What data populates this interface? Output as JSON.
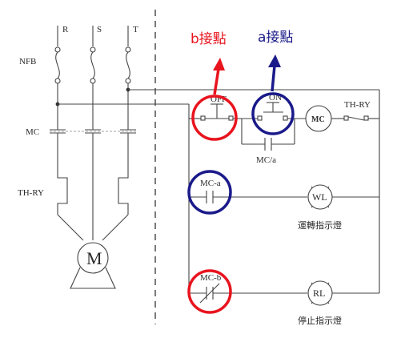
{
  "phases": [
    "R",
    "S",
    "T"
  ],
  "labels": {
    "nfb": "NFB",
    "mc_main": "MC",
    "thry_main": "TH-RY",
    "motor": "M",
    "off": "OFF",
    "on": "ON",
    "mc_coil": "MC",
    "thry_ctrl": "TH-RY",
    "mc_a_hold": "MC/a",
    "mc_a": "MC-a",
    "mc_b": "MC-b",
    "wl": "WL",
    "rl": "RL",
    "wl_caption": "運轉指示燈",
    "rl_caption": "停止指示燈"
  },
  "annotations": {
    "b_contact": "b接點",
    "a_contact": "a接點"
  },
  "colors": {
    "b_marker": "#e8141e",
    "a_marker": "#1a1a8a",
    "wire": "#444444"
  }
}
